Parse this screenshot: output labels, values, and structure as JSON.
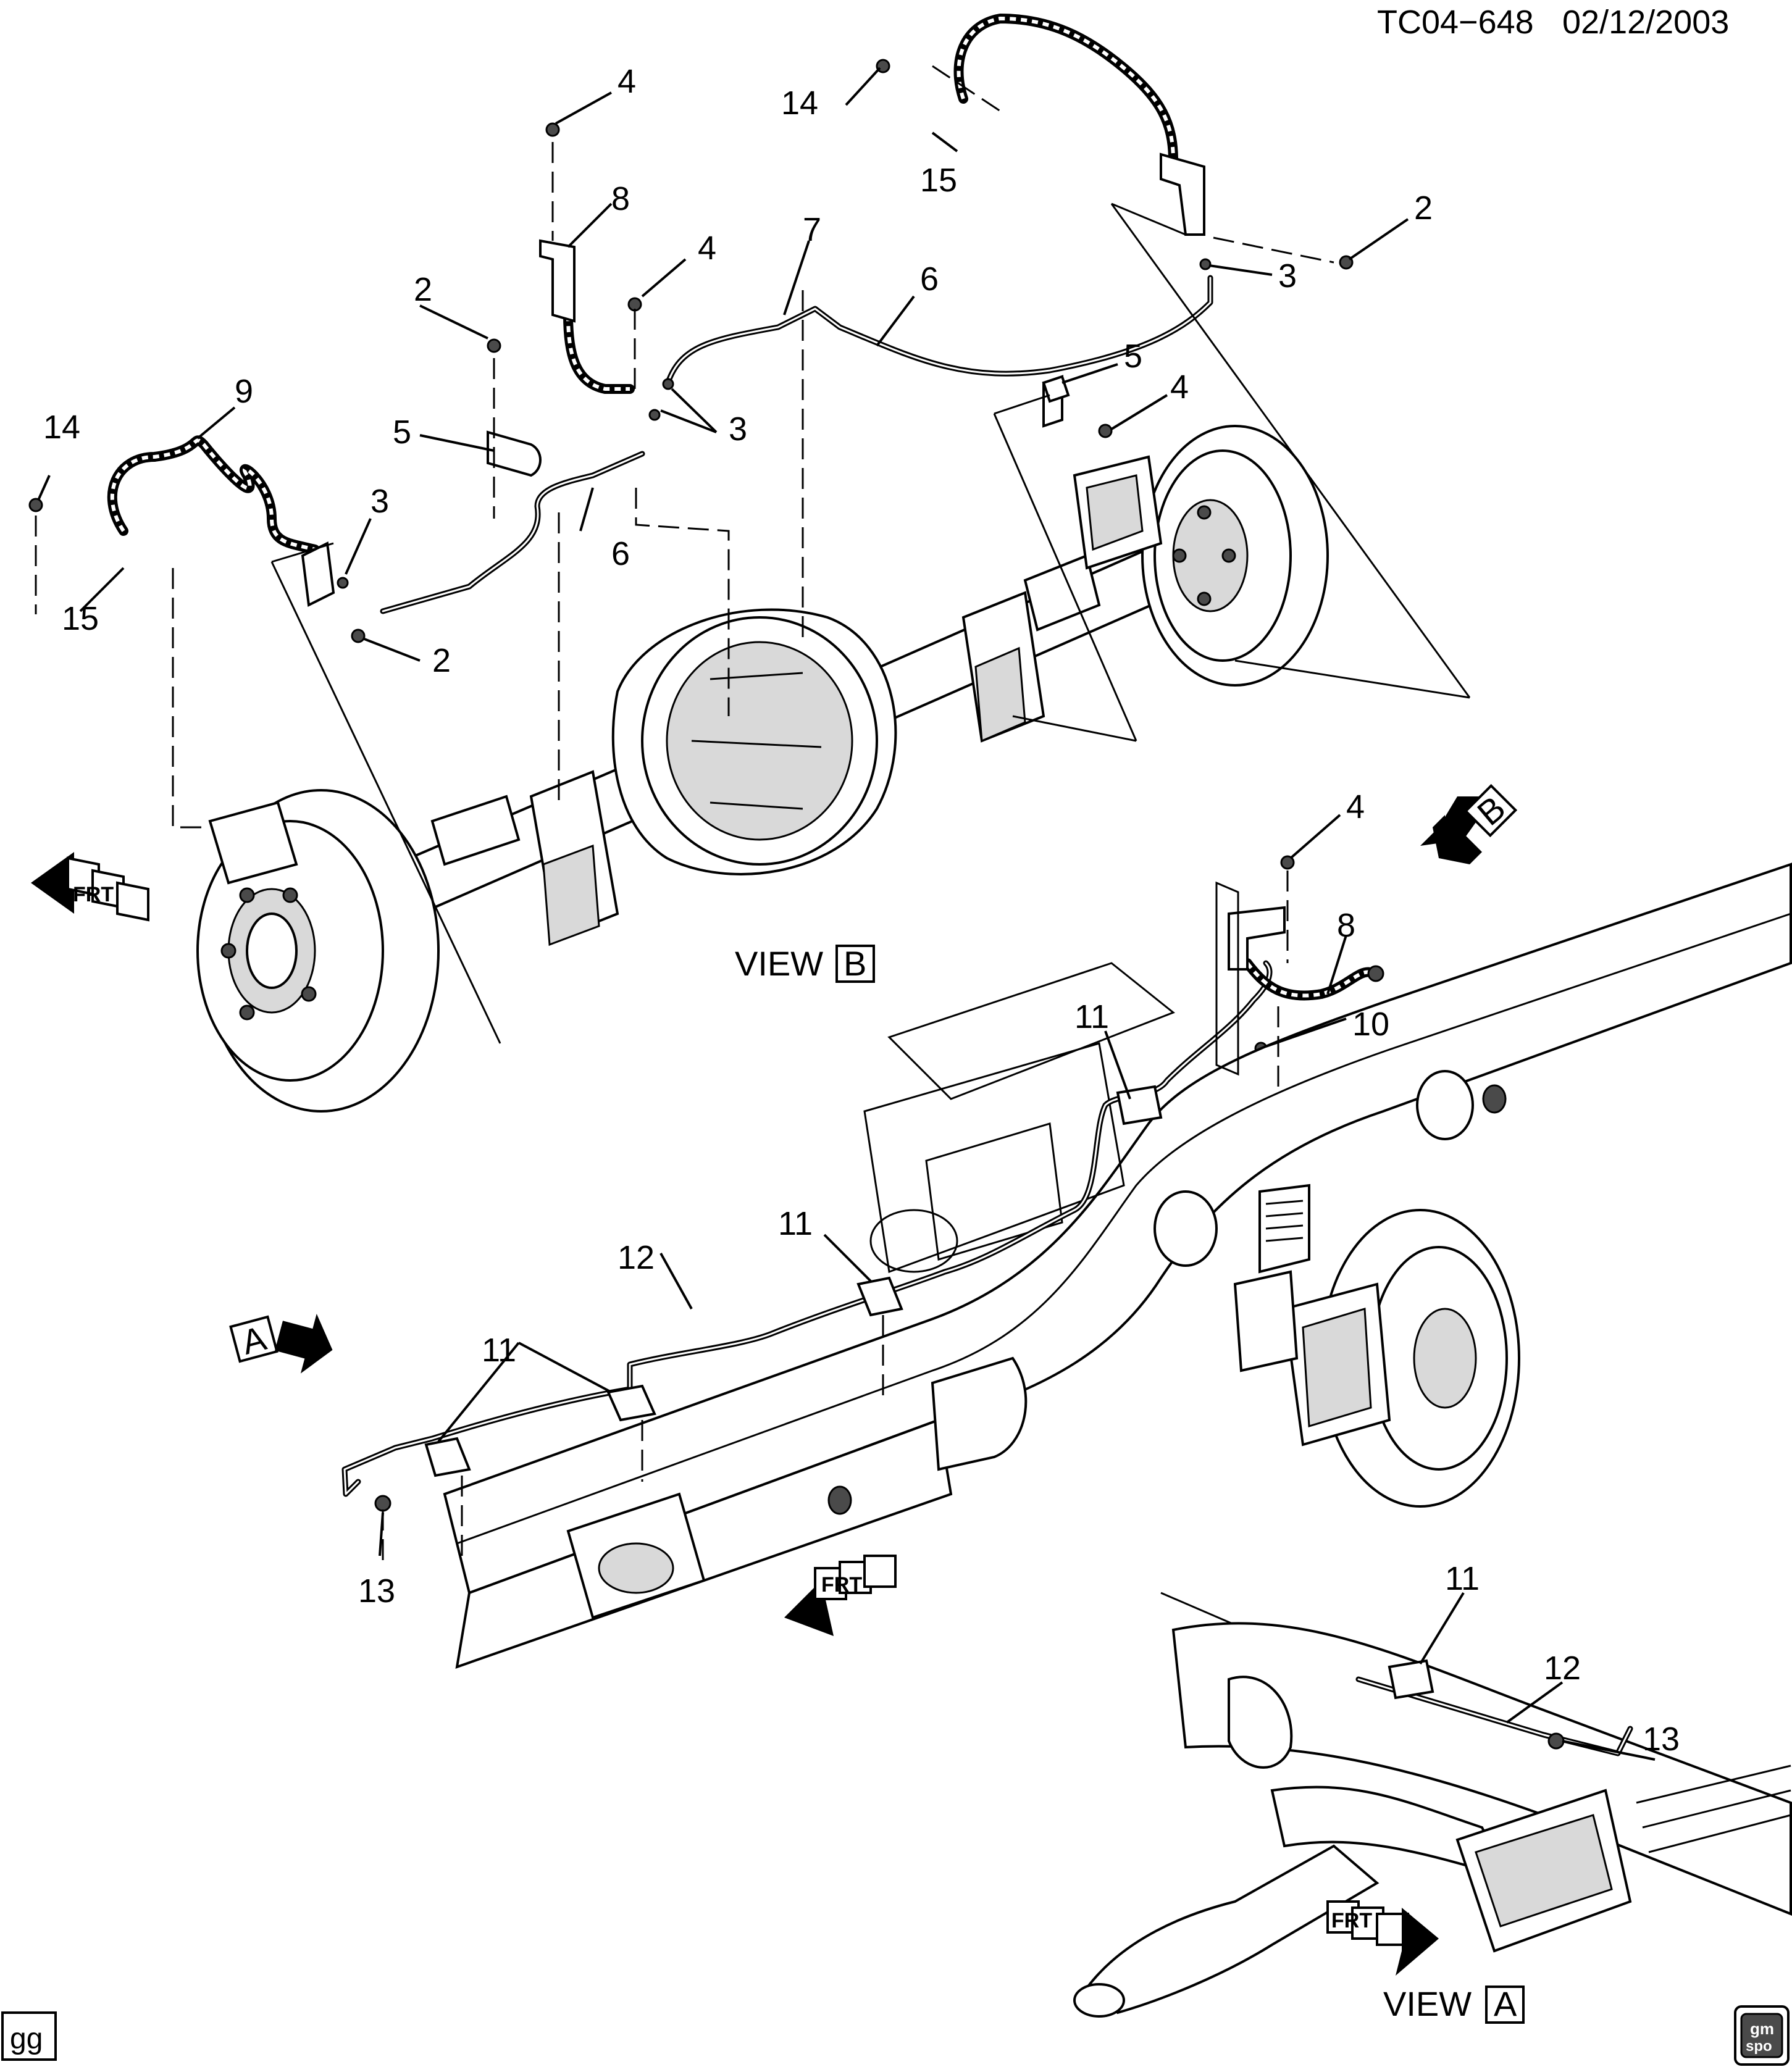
{
  "header": {
    "code": "TC04−648",
    "date": "02/12/2003"
  },
  "views": {
    "view_b": "VIEW",
    "view_b_letter": "B",
    "view_a": "VIEW",
    "view_a_letter": "A"
  },
  "markers": {
    "arrow_a": "A",
    "arrow_b": "B",
    "frt": "FRT"
  },
  "footer": {
    "corner_tag": "gg",
    "logo_top": "gm",
    "logo_bottom": "spo"
  },
  "callouts": [
    "14",
    "15",
    "9",
    "2",
    "5",
    "3",
    "6",
    "2",
    "4",
    "8",
    "4",
    "3",
    "7",
    "6",
    "14",
    "15",
    "2",
    "3",
    "5",
    "4",
    "4",
    "8",
    "10",
    "11",
    "11",
    "12",
    "11",
    "13",
    "11",
    "12",
    "13"
  ]
}
